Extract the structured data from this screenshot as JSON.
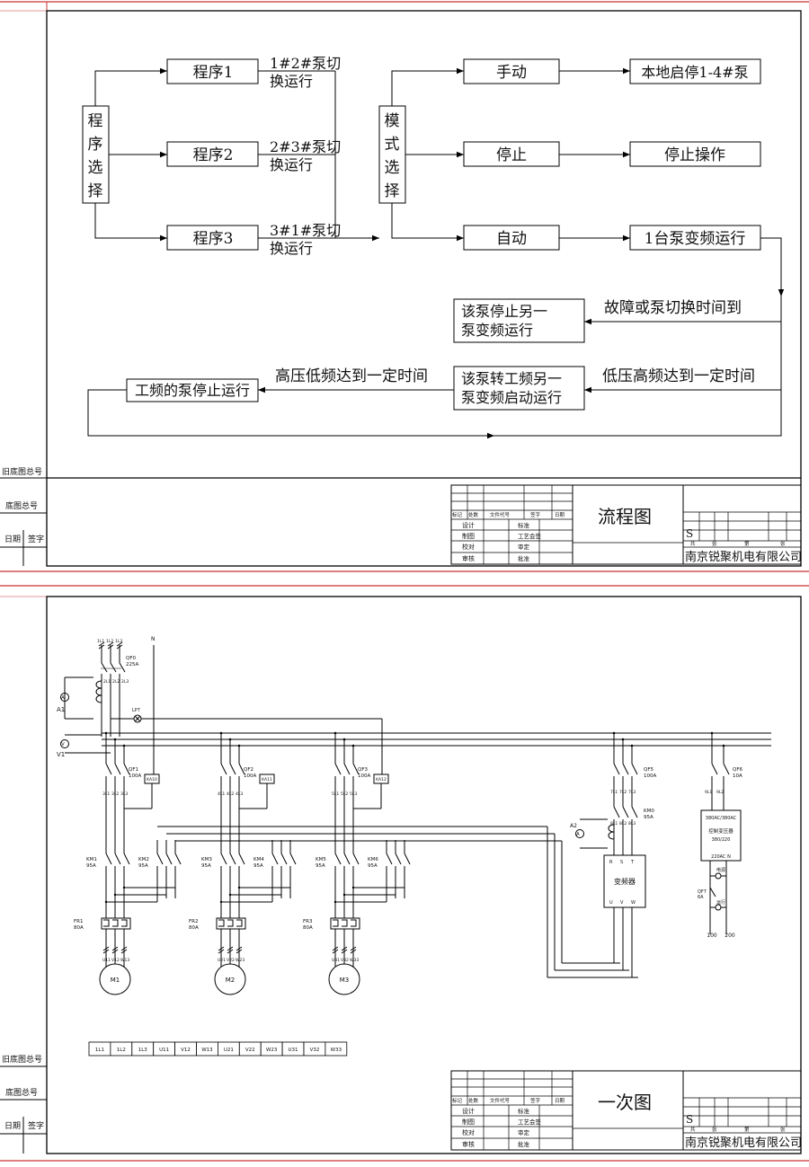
{
  "colors": {
    "frame_red": "#cc3333",
    "ink": "#111111"
  },
  "sheet1": {
    "side": {
      "old_base_no": "旧底图总号",
      "base_no": "底图总号",
      "date": "日期",
      "sign": "签字"
    },
    "flow": {
      "program_select": "程序选择",
      "programs": [
        "程序1",
        "程序2",
        "程序3"
      ],
      "notes": [
        [
          "1#2#泵切",
          "换运行"
        ],
        [
          "2#3#泵切",
          "换运行"
        ],
        [
          "3#1#泵切",
          "换运行"
        ]
      ],
      "mode_select": "模式选择",
      "modes": [
        "手动",
        "停止",
        "自动"
      ],
      "results": [
        "本地启停1-4#泵",
        "停止操作",
        "1台泵变频运行"
      ],
      "fault_label": "故障或泵切换时间到",
      "stop_switch": [
        "该泵停止另一",
        "泵变频运行"
      ],
      "low_label": "低压高频达到一定时间",
      "to_power": [
        "该泵转工频另一",
        "泵变频启动运行"
      ],
      "high_label": "高压低频达到一定时间",
      "stop_power": "工频的泵停止运行"
    },
    "title_block": {
      "row_head": [
        "标记",
        "处数",
        "文件代号",
        "签字",
        "日期"
      ],
      "left_labels": [
        "设计",
        "制图",
        "校对",
        "审核"
      ],
      "mid_labels": [
        "标准",
        "工艺会签",
        "审定",
        "批准"
      ],
      "title": "流程图",
      "stage": "S",
      "sheet_labels": [
        "共",
        "张",
        "第",
        "张"
      ],
      "company": "南京锐聚机电有限公司"
    }
  },
  "sheet2": {
    "side": {
      "old_base_no": "旧底图总号",
      "base_no": "底图总号",
      "date": "日期",
      "sign": "签字"
    },
    "bus_inputs": [
      "1L1",
      "1L2",
      "1L3"
    ],
    "neutral": "N",
    "qf0": [
      "QF0",
      "225A"
    ],
    "bus_phases": [
      "2L1",
      "2L2",
      "2L3"
    ],
    "ammeter": "A1",
    "voltmeter": "V1",
    "lamp": "LP7",
    "ammeter2": "A2",
    "qf": [
      [
        "QF1",
        "100A"
      ],
      [
        "QF2",
        "100A"
      ],
      [
        "QF3",
        "100A"
      ]
    ],
    "relays": [
      "KA10",
      "KA11",
      "KA12"
    ],
    "branch_labels": [
      [
        "3L1",
        "3L2",
        "3L3"
      ],
      [
        "4L1",
        "4L2",
        "4L3"
      ],
      [
        "5L1",
        "5L2",
        "5L3"
      ]
    ],
    "km_main": [
      [
        "KM1",
        "95A"
      ],
      [
        "KM3",
        "95A"
      ],
      [
        "KM5",
        "95A"
      ]
    ],
    "km_freq": [
      [
        "KM2",
        "95A"
      ],
      [
        "KM4",
        "95A"
      ],
      [
        "KM6",
        "95A"
      ]
    ],
    "fr": [
      [
        "FR1",
        "80A"
      ],
      [
        "FR2",
        "80A"
      ],
      [
        "FR3",
        "80A"
      ]
    ],
    "motor_terms": [
      [
        "U11",
        "V12",
        "W13"
      ],
      [
        "U21",
        "V22",
        "W23"
      ],
      [
        "U31",
        "V32",
        "W33"
      ]
    ],
    "motors": [
      "M1",
      "M2",
      "M3"
    ],
    "qf5": [
      "QF5",
      "100A"
    ],
    "qf5_labels": [
      "7L1",
      "7L2",
      "7L3"
    ],
    "km0": [
      "KM0",
      "95A"
    ],
    "km0_labels": [
      "8L1",
      "8L2",
      "8L3"
    ],
    "vfd": {
      "label": "变频器",
      "inputs": [
        "R",
        "S",
        "T"
      ],
      "outputs": [
        "U",
        "V",
        "W"
      ]
    },
    "qf6": [
      "QF6",
      "10A"
    ],
    "qf6_labels": [
      "9L1",
      "9L2"
    ],
    "transformer": [
      "380AC/380AC",
      "控制变压器",
      "380/220"
    ],
    "ac220": "220AC N",
    "power_lamp": "电源",
    "qf7": [
      "QF7",
      "6A"
    ],
    "run_lamp": "运行",
    "outputs": [
      "100",
      "200"
    ],
    "terminal_strip": [
      "1L1",
      "1L2",
      "1L3",
      "U11",
      "V12",
      "W13",
      "U21",
      "V22",
      "W23",
      "U31",
      "V32",
      "W33"
    ],
    "title_block": {
      "row_head": [
        "标记",
        "处数",
        "文件代号",
        "签字",
        "日期"
      ],
      "left_labels": [
        "设计",
        "制图",
        "校对",
        "审核"
      ],
      "mid_labels": [
        "标准",
        "工艺会签",
        "审定",
        "批准"
      ],
      "title": "一次图",
      "stage": "S",
      "sheet_labels": [
        "共",
        "张",
        "第",
        "张"
      ],
      "company": "南京锐聚机电有限公司"
    }
  }
}
